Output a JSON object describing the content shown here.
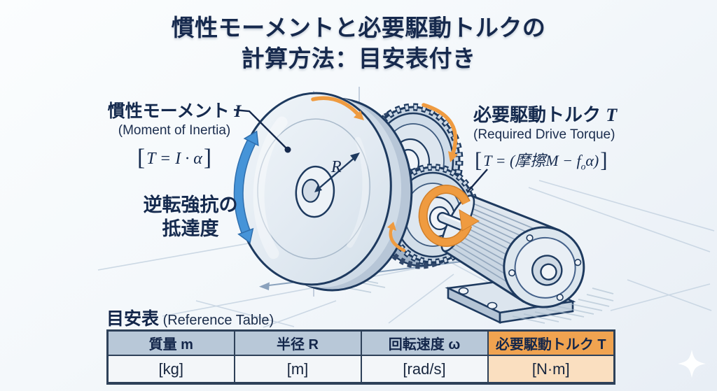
{
  "title": {
    "line1": "慣性モーメントと必要駆動トルクの",
    "line2": "計算方法：目安表付き"
  },
  "inertia_label": {
    "jp": "慣性モーメント",
    "symbol": "I",
    "en": "(Moment of Inertia)",
    "formula": {
      "open": "[",
      "body": "T = I · α",
      "close": "]"
    }
  },
  "torque_label": {
    "jp": "必要駆動トルク",
    "symbol": "T",
    "en": "(Required Drive Torque)",
    "formula": {
      "open": "[",
      "body_pre": "T = (摩擦M − f",
      "sub": "o",
      "body_post": "α)",
      "close": "]"
    }
  },
  "rotation_label": {
    "line1": "逆転強抗の",
    "line2": "抵達度"
  },
  "diagram": {
    "radius_symbol": "R"
  },
  "reference_table": {
    "caption_jp": "目安表",
    "caption_en": " (Reference Table)",
    "headers": [
      "質量 m",
      "半径 R",
      "回転速度 ω",
      "必要駆動トルク T"
    ],
    "units": [
      "[kg]",
      "[m]",
      "[rad/s]",
      "[N·m]"
    ]
  },
  "colors": {
    "title_navy": "#16294d",
    "outline_navy": "#1e3a5f",
    "accent_blue": "#4694d8",
    "accent_orange": "#ef9b40",
    "table_header_bg": "#b8c8d8",
    "table_header_highlight_bg": "#f0a350",
    "table_cell_bg": "#f3f6f9",
    "table_cell_highlight_bg": "#fadfc0"
  }
}
